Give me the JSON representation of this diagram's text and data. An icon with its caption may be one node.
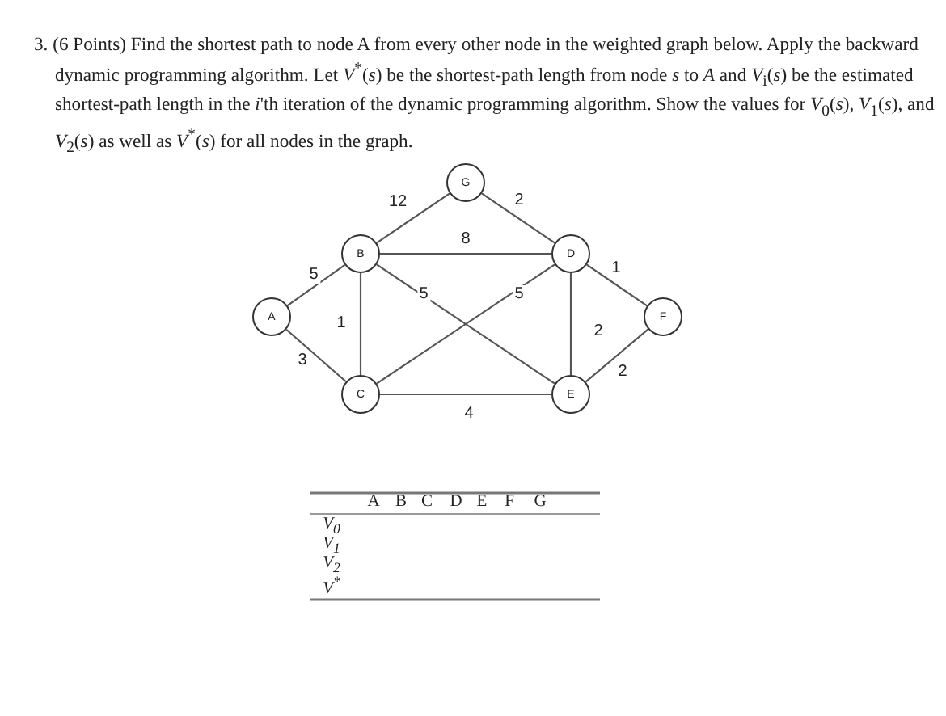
{
  "diagram": {
    "title": "3. (6 Points) Find the shortest path to node A from every other node in the weighted graph below. Apply the backward dynamic programming algorithm. Let *V*$^{*}$(*s*) be the shortest-path length from node *s* to *A* and *V*$_{i}$(*s*) be the estimated shortest-path length in the *i*'th iteration of the dynamic programming algorithm. Show the values for *V*$_{0}$(*s*), *V*$_{1}$(*s*), and *V*$_{2}$(*s*) as well as *V*$^{*}$(*s*) for all nodes in the graph.",
    "nodes": [
      {
        "text": [
          "G"
        ]
      },
      {
        "text": [
          "B"
        ]
      },
      {
        "text": [
          "D"
        ]
      },
      {
        "text": [
          "A"
        ]
      },
      {
        "text": [
          "F"
        ]
      },
      {
        "text": [
          "C"
        ]
      },
      {
        "text": [
          "E"
        ]
      }
    ],
    "edges": [
      {
        "from": 3,
        "to": 1,
        "arrow": "none",
        "label": "5"
      },
      {
        "from": 3,
        "to": 5,
        "arrow": "none",
        "label": "3"
      },
      {
        "from": 1,
        "to": 5,
        "arrow": "none",
        "label": "1"
      },
      {
        "from": 1,
        "to": 0,
        "arrow": "none",
        "label": "12"
      },
      {
        "from": 0,
        "to": 2,
        "arrow": "none",
        "label": "2"
      },
      {
        "from": 1,
        "to": 2,
        "arrow": "none",
        "label": "8"
      },
      {
        "from": 1,
        "to": 6,
        "arrow": "none",
        "label": "5"
      },
      {
        "from": 5,
        "to": 2,
        "arrow": "none",
        "label": "5"
      },
      {
        "from": 5,
        "to": 6,
        "arrow": "none",
        "label": "4"
      },
      {
        "from": 2,
        "to": 6,
        "arrow": "none",
        "label": "2"
      },
      {
        "from": 2,
        "to": 4,
        "arrow": "none",
        "label": "1"
      },
      {
        "from": 6,
        "to": 4,
        "arrow": "none",
        "label": "2"
      }
    ],
    "labels": [
      "A",
      "B",
      "C",
      "D",
      "E",
      "F",
      "G",
      "*V*$_{0}$",
      "*V*$_{1}$",
      "*V*$_{2}$",
      "*V*$^{*}$"
    ]
  }
}
